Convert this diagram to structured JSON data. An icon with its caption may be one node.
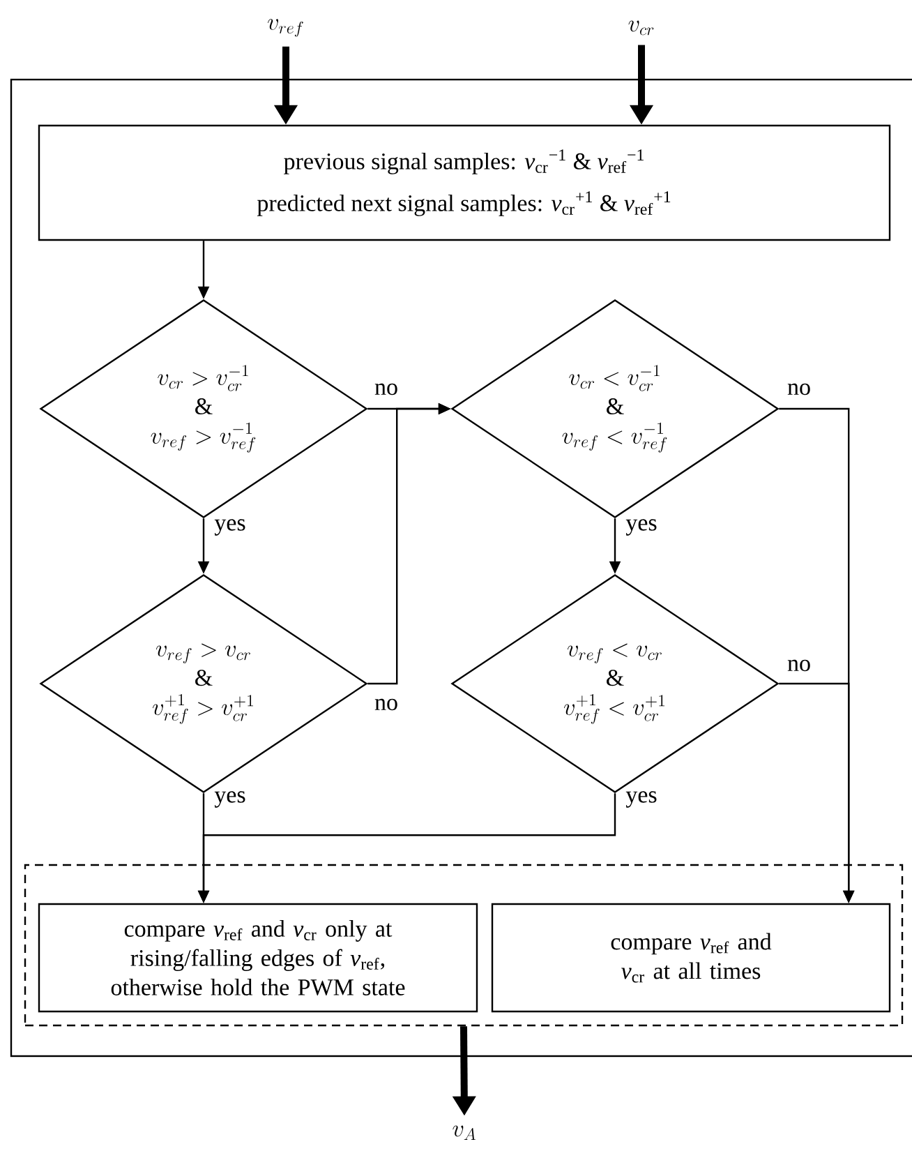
{
  "diagram": {
    "nodes": [
      {
        "text": [
          "v_{ref}"
        ]
      },
      {
        "text": [
          "v_{cr}"
        ]
      },
      {
        "text": [
          "previous signal samples: *v*$_{cr}$$^{−1}$ & *v*$_{ref}$$^{−1}$",
          "predicted next signal samples: *v*$_{cr}$$^{+1}$ & *v*$_{ref}$$^{+1}$"
        ]
      },
      {
        "text": [
          "v_{cr} > v_{cr}^{-1}",
          "&",
          "v_{ref} > v_{ref}^{-1}"
        ]
      },
      {
        "text": [
          "v_{cr} < v_{cr}^{-1}",
          "&",
          "v_{ref} < v_{ref}^{-1}"
        ]
      },
      {
        "text": [
          "v_{ref} > v_{cr}",
          "&",
          "v_{ref}^{+1} > v_{cr}^{+1}"
        ]
      },
      {
        "text": [
          "v_{ref} < v_{cr}",
          "&",
          "v_{ref}^{+1} < v_{cr}^{+1}"
        ]
      },
      {
        "text": [],
        "shape": "box"
      },
      {
        "text": [
          "compare *v*$_{ref}$ and *v*$_{cr}$ only at rising/falling edges of *v*$_{ref}$, otherwise hold the PWM state"
        ],
        "in": 7
      },
      {
        "text": [
          "compare *v*$_{ref}$ and *v*$_{cr}$ at all times"
        ],
        "in": 7
      },
      {
        "text": [
          "v_{A}"
        ]
      }
    ],
    "edges": [
      {
        "from": 0,
        "to": 2,
        "arrow": "to",
        "style": "thick"
      },
      {
        "from": 1,
        "to": 2,
        "arrow": "to",
        "style": "thick"
      },
      {
        "from": 2,
        "to": 3,
        "arrow": "to"
      },
      {
        "from": 3,
        "to": 4,
        "arrow": "to",
        "label": "no"
      },
      {
        "from": 3,
        "to": 5,
        "arrow": "to",
        "label": "yes"
      },
      {
        "from": 5,
        "to": 4,
        "arrow": "to",
        "label": "no"
      },
      {
        "from": 4,
        "to": 6,
        "arrow": "to",
        "label": "yes"
      },
      {
        "from": 4,
        "to": 9,
        "arrow": "to",
        "label": "no"
      },
      {
        "from": 6,
        "to": 9,
        "arrow": "to",
        "label": "no"
      },
      {
        "from": 5,
        "to": 8,
        "arrow": "to",
        "label": "yes"
      },
      {
        "from": 6,
        "to": 8,
        "arrow": "to",
        "label": "yes"
      },
      {
        "from": 7,
        "to": 10,
        "arrow": "to",
        "style": "thick"
      }
    ]
  }
}
